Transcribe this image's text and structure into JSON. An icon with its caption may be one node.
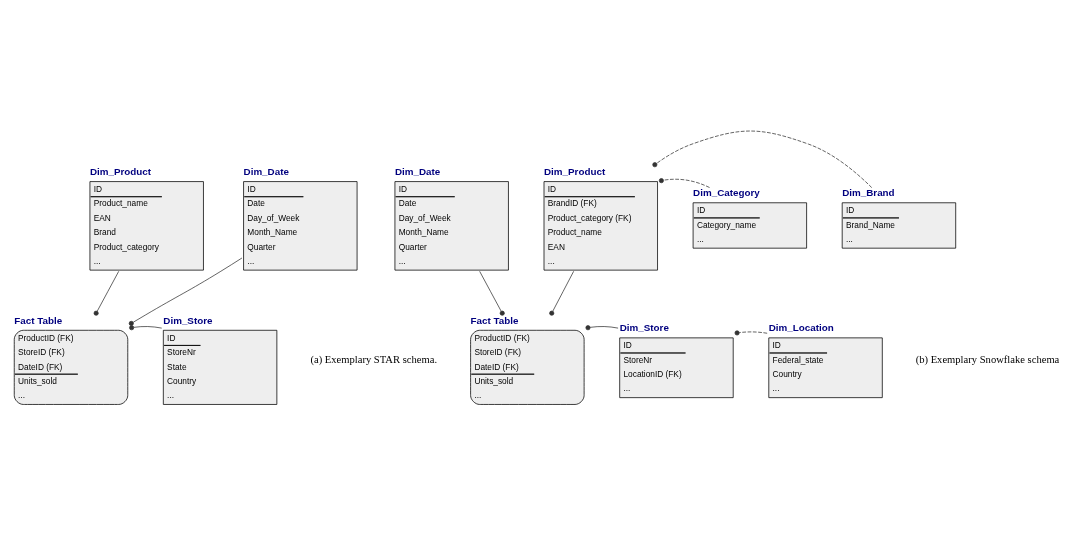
{
  "diagram": {
    "nodes": [
      {
        "text": [
          "Fact Table",
          "ProductID (FK)",
          "StoreID (FK)",
          "DateID (FK)",
          "Units_sold",
          "..."
        ]
      },
      {
        "text": [
          "Dim_Store",
          "ID",
          "StoreNr",
          "State",
          "Country",
          "..."
        ]
      },
      {
        "text": [
          "Dim_Product",
          "ID",
          "Product_name",
          "EAN",
          "Brand",
          "Product_category",
          "..."
        ]
      },
      {
        "text": [
          "Dim_Date",
          "ID",
          "Date",
          "Day_of_Week",
          "Month_Name",
          "Quarter",
          "..."
        ]
      },
      {
        "text": [
          "Fact Table",
          "ProductID (FK)",
          "StoreID (FK)",
          "DateID (FK)",
          "Units_sold",
          "..."
        ]
      },
      {
        "text": [
          "Dim_Store",
          "ID",
          "StoreNr",
          "LocationID (FK)",
          "..."
        ]
      },
      {
        "text": [
          "Dim_Location",
          "ID",
          "Federal_state",
          "Country",
          "..."
        ]
      },
      {
        "text": [
          "Dim_Date",
          "ID",
          "Date",
          "Day_of_Week",
          "Month_Name",
          "Quarter",
          "..."
        ]
      },
      {
        "text": [
          "Dim_Product",
          "ID",
          "BrandID (FK)",
          "Product_category (FK)",
          "Product_name",
          "EAN",
          "..."
        ]
      },
      {
        "text": [
          "Dim_Category",
          "ID",
          "Category_name",
          "..."
        ]
      },
      {
        "text": [
          "Dim_Brand",
          "ID",
          "Brand_Name",
          "..."
        ]
      }
    ],
    "edges": [
      {
        "from": 1,
        "to": 0,
        "arrow": "other"
      },
      {
        "from": 2,
        "to": 0,
        "arrow": "other"
      },
      {
        "from": 3,
        "to": 0,
        "arrow": "other"
      },
      {
        "from": 5,
        "to": 4,
        "arrow": "other"
      },
      {
        "from": 6,
        "to": 5,
        "arrow": "other",
        "style": "dashed"
      },
      {
        "from": 7,
        "to": 4,
        "arrow": "other"
      },
      {
        "from": 8,
        "to": 4,
        "arrow": "other"
      },
      {
        "from": 9,
        "to": 8,
        "arrow": "other",
        "style": "dashed"
      },
      {
        "from": 10,
        "to": 8,
        "arrow": "other",
        "style": "dashed"
      }
    ],
    "labels": [
      "(a) Exemplary STAR schema.",
      "(b) Exemplary Snowflake schema"
    ]
  }
}
